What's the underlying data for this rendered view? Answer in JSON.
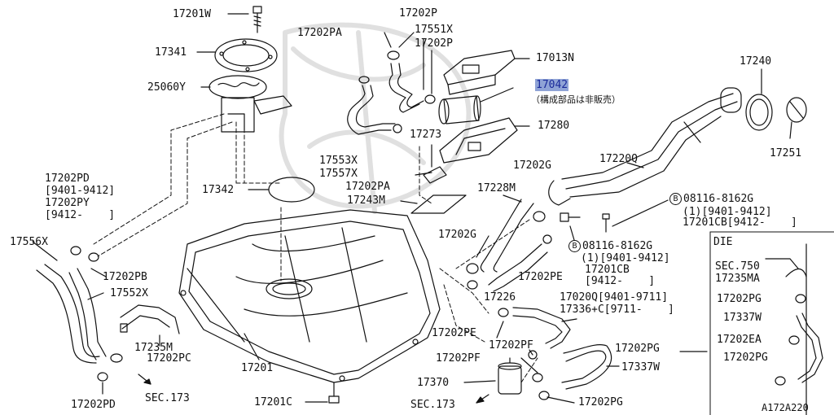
{
  "labels": {
    "p17201W": "17201W",
    "p17341": "17341",
    "p25060Y": "25060Y",
    "p17202PA_top": "17202PA",
    "p17202P_top": "17202P",
    "p17551X": "17551X",
    "p17202P_mid": "17202P",
    "p17013N": "17013N",
    "p17042": "17042",
    "note_jp": "（構成部品は非販売）",
    "p17240": "17240",
    "p17280": "17280",
    "p17273": "17273",
    "p17553X": "17553X",
    "p17557X": "17557X",
    "p17202PA_mid": "17202PA",
    "p17251": "17251",
    "p17220Q": "17220Q",
    "p17202PD_left_1": "17202PD",
    "p17202PD_left_2": "[9401-9412]",
    "p17202PY_1": "17202PY",
    "p17202PY_2": "[9412-    ]",
    "p17342": "17342",
    "p17243M": "17243M",
    "p17228M": "17228M",
    "p17202G_top": "17202G",
    "bolt_b1_part": "08116-8162G",
    "bolt_b1_qty": "(1)[9401-9412]",
    "p17201CB_1": "17201CB[9412-    ]",
    "p17556X": "17556X",
    "p17202PB": "17202PB",
    "p17202G_mid": "17202G",
    "bolt_b2_part": "08116-8162G",
    "bolt_b2_qty": "(1)[9401-9412]",
    "p17201CB_2a": "17201CB",
    "p17201CB_2b": "[9412-    ]",
    "p17202PE_right": "17202PE",
    "p17552X": "17552X",
    "p17226": "17226",
    "p17020Q": "17020Q[9401-9711]",
    "p17336C": "17336+C[9711-    ]",
    "p17235M": "17235M",
    "p17202PE_bot": "17202PE",
    "p17202PC": "17202PC",
    "p17201": "17201",
    "p17202PF_1": "17202PF",
    "p17202PF_2": "17202PF",
    "p17202PG_top": "17202PG",
    "p17337W_bot": "17337W",
    "p17370": "17370",
    "p17202PD_bot": "17202PD",
    "sec173_left": "SEC.173",
    "p17201C": "17201C",
    "sec173_bot": "SEC.173",
    "p17202PG_bot": "17202PG",
    "b_marker": "B"
  },
  "inset": {
    "title": "DIE",
    "sec750": "SEC.750",
    "p17235MA": "17235MA",
    "p17202PG_a": "17202PG",
    "p17337W": "17337W",
    "p17202EA": "17202EA",
    "p17202PG_b": "17202PG"
  },
  "figure_code": "A172A220",
  "colors": {
    "line": "#111111",
    "highlight_bg": "#8fa3d6",
    "highlight_text": "#1a2a9a",
    "watermark": "#d9d9d9"
  }
}
